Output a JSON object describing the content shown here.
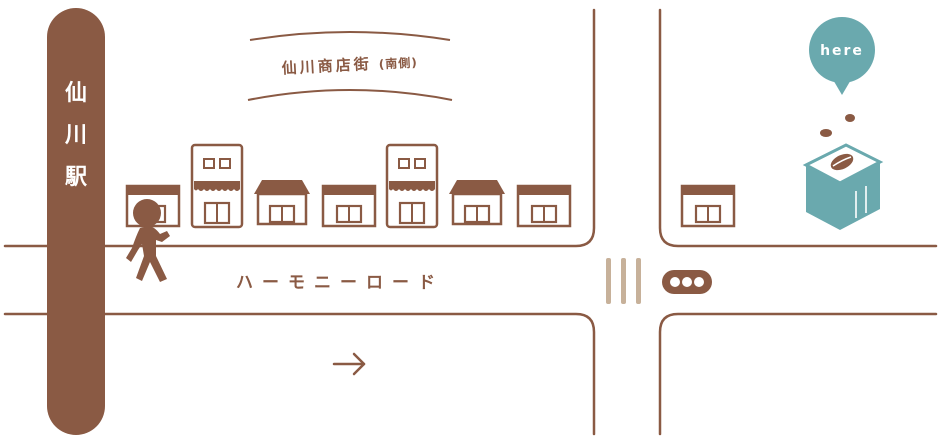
{
  "station": {
    "name_chars": [
      "仙",
      "川",
      "駅"
    ]
  },
  "shopping_street": {
    "name": "仙川商店街",
    "side_label": "(南側)"
  },
  "road": {
    "name": "ハーモニーロード"
  },
  "destination": {
    "pin_label": "here"
  },
  "direction_arrow": {
    "glyph": "→"
  },
  "colors": {
    "brown": "#8a5a44",
    "teal": "#6aa9ae",
    "light_brown": "#c7b19a",
    "background": "#ffffff"
  },
  "icons": [
    "walking-person-icon",
    "shop-icon",
    "location-pin-icon",
    "cafe-box-icon",
    "crosswalk-icon",
    "traffic-signal-icon",
    "arrow-right-icon"
  ]
}
